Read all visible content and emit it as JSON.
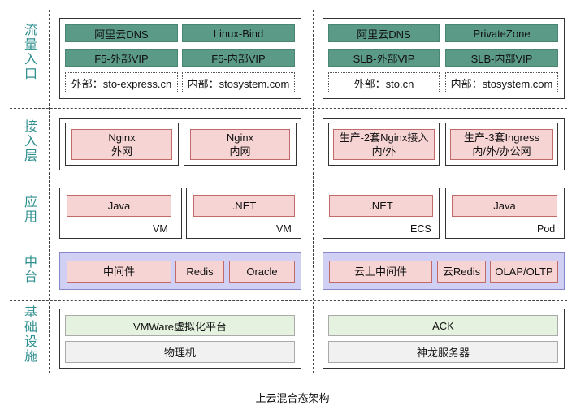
{
  "layers": {
    "traffic": "流量入口",
    "access": "接入层",
    "app": "应用",
    "middle": "中台",
    "infra": "基础设施"
  },
  "traffic": {
    "left": {
      "dns": "阿里云DNS",
      "bind": "Linux-Bind",
      "vip_ext": "F5-外部VIP",
      "vip_int": "F5-内部VIP",
      "domain_ext": "外部：sto-express.cn",
      "domain_int": "内部：stosystem.com"
    },
    "right": {
      "dns": "阿里云DNS",
      "zone": "PrivateZone",
      "slb_ext": "SLB-外部VIP",
      "slb_int": "SLB-内部VIP",
      "domain_ext": "外部：sto.cn",
      "domain_int": "内部：stosystem.com"
    }
  },
  "access": {
    "left1": "Nginx\n外网",
    "left2": "Nginx\n内网",
    "right1": "生产-2套Nginx接入\n内/外",
    "right2": "生产-3套Ingress\n内/外/办公网"
  },
  "app": {
    "l1_label": "Java",
    "l1_tag": "VM",
    "l2_label": ".NET",
    "l2_tag": "VM",
    "r1_label": ".NET",
    "r1_tag": "ECS",
    "r2_label": "Java",
    "r2_tag": "Pod"
  },
  "middle": {
    "left": [
      "中间件",
      "Redis",
      "Oracle"
    ],
    "right": [
      "云上中间件",
      "云Redis",
      "OLAP/OLTP"
    ]
  },
  "infra": {
    "left_platform": "VMWare虚拟化平台",
    "left_base": "物理机",
    "right_platform": "ACK",
    "right_base": "神龙服务器"
  },
  "caption": "上云混合态架构"
}
